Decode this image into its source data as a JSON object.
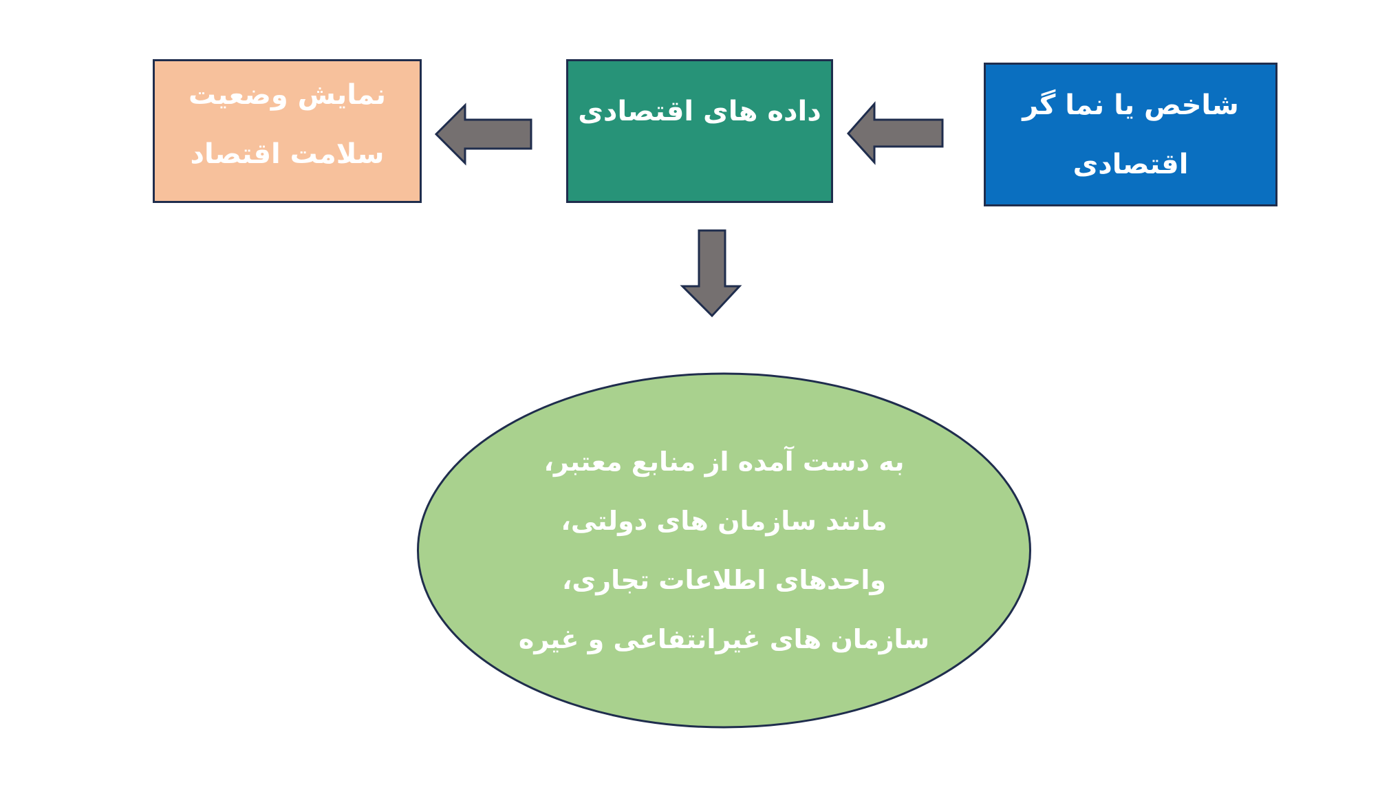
{
  "diagram": {
    "indicator_box": {
      "lines": [
        "شاخص یا نما گر",
        "اقتصادی"
      ],
      "fill": "#0a6fc0"
    },
    "data_box": {
      "lines": [
        "داده های اقتصادی"
      ],
      "fill": "#279378"
    },
    "health_box": {
      "lines": [
        "نمایش وضعیت",
        "سلامت اقتصاد"
      ],
      "fill": "#f7c19c"
    },
    "source_ellipse": {
      "lines": [
        "به دست آمده از منابع معتبر،",
        "مانند سازمان های دولتی،",
        "واحدهای اطلاعات تجاری،",
        "سازمان های غیرانتفاعی و غیره"
      ],
      "fill": "#a9d18e"
    },
    "colors": {
      "border": "#1f2d4d",
      "arrow_fill": "#757070"
    }
  }
}
